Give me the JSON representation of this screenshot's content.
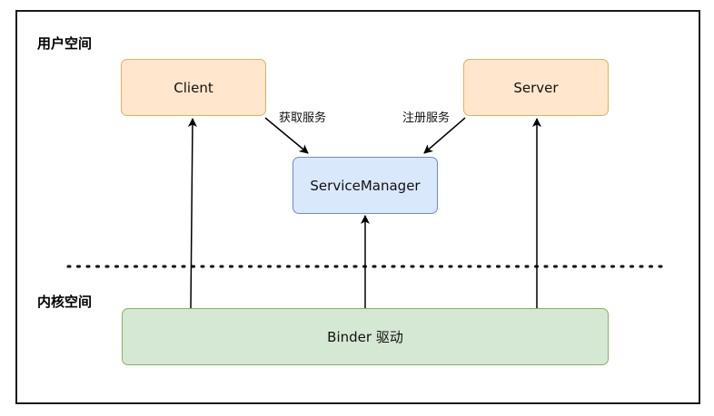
{
  "regions": {
    "user_space": "用户空间",
    "kernel_space": "内核空间"
  },
  "nodes": {
    "client": "Client",
    "server": "Server",
    "service_manager": "ServiceManager",
    "binder_driver": "Binder 驱动"
  },
  "edges": {
    "get_service": "获取服务",
    "register_service": "注册服务"
  },
  "colors": {
    "process_fill": "#ffe6cc",
    "process_border": "#d6b656",
    "manager_fill": "#dae8fc",
    "manager_border": "#6c8ebf",
    "driver_fill": "#d5e8d4",
    "driver_border": "#82b366"
  }
}
